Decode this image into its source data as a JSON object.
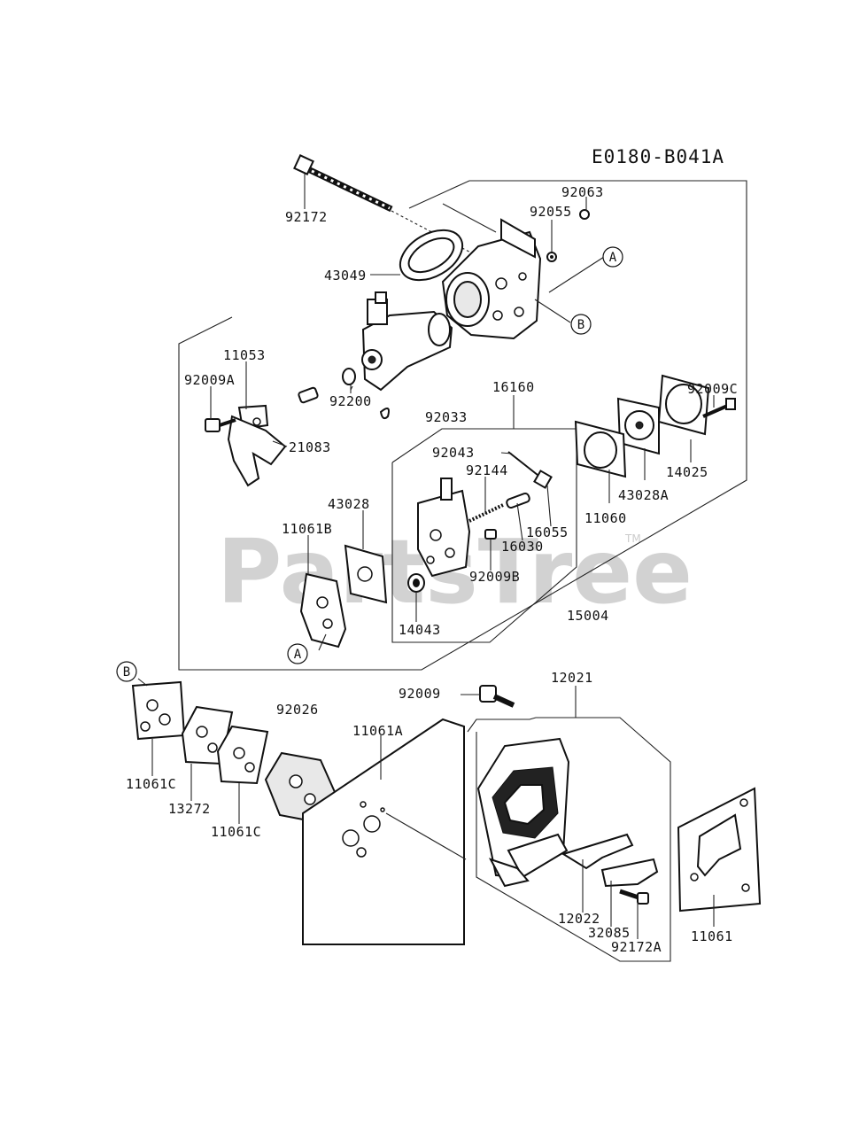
{
  "diagram_code": "E0180-B041A",
  "watermark": "PartsTree",
  "watermark_tm": "TM",
  "callouts": {
    "a": "A",
    "b": "B"
  },
  "labels": {
    "p92172": "92172",
    "p92063": "92063",
    "p92055": "92055",
    "p43049": "43049",
    "p11053": "11053",
    "p92009A": "92009A",
    "p92200": "92200",
    "p21083": "21083",
    "p16160": "16160",
    "p92033": "92033",
    "p92043": "92043",
    "p92144": "92144",
    "p92009C": "92009C",
    "p14025": "14025",
    "p43028A": "43028A",
    "p11060": "11060",
    "p43028": "43028",
    "p11061B": "11061B",
    "p16055": "16055",
    "p16030": "16030",
    "p92009B": "92009B",
    "p14043": "14043",
    "p15004": "15004",
    "p92009": "92009",
    "p12021": "12021",
    "p92026": "92026",
    "p11061A": "11061A",
    "p11061C_1": "11061C",
    "p13272": "13272",
    "p11061C_2": "11061C",
    "p12022": "12022",
    "p32085": "32085",
    "p92172A": "92172A",
    "p11061": "11061"
  }
}
